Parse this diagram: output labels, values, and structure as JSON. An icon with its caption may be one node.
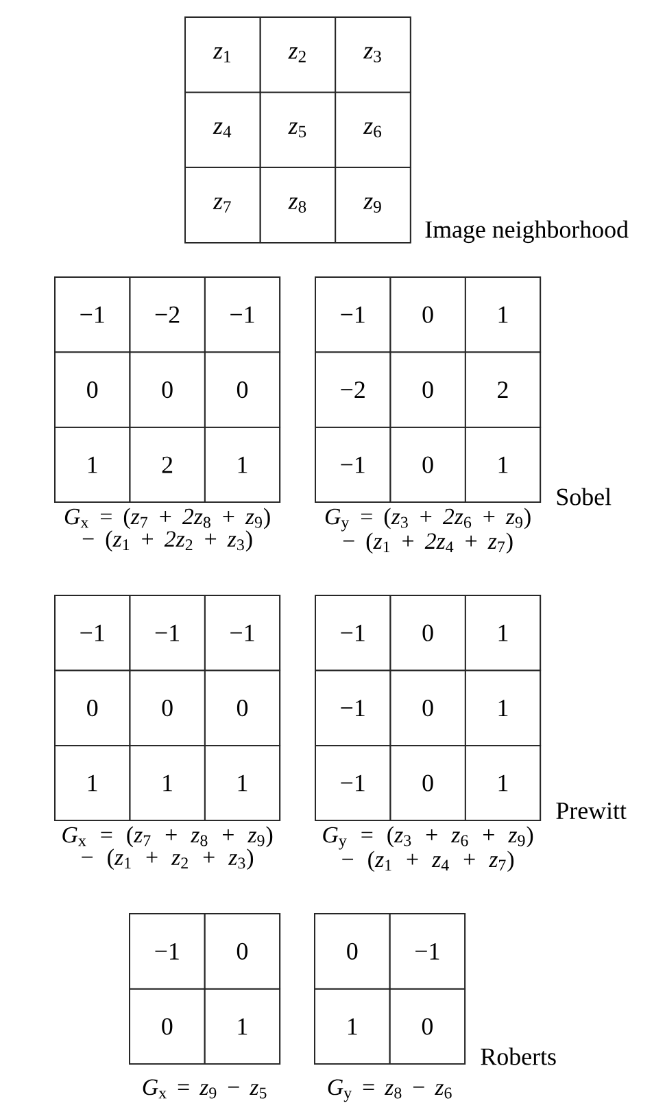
{
  "diagram": {
    "nodes": [
      {
        "text": [],
        "shape": "box",
        "beside": [
          "Image neighborhood"
        ]
      },
      {
        "text": [
          "*z*$_{1}$"
        ],
        "in": 0
      },
      {
        "text": [
          "*z*$_{2}$"
        ],
        "in": 0
      },
      {
        "text": [
          "*z*$_{3}$"
        ],
        "in": 0
      },
      {
        "text": [
          "*z*$_{4}$"
        ],
        "in": 0
      },
      {
        "text": [
          "*z*$_{5}$"
        ],
        "in": 0
      },
      {
        "text": [
          "*z*$_{6}$"
        ],
        "in": 0
      },
      {
        "text": [
          "*z*$_{7}$"
        ],
        "in": 0
      },
      {
        "text": [
          "*z*$_{8}$"
        ],
        "in": 0
      },
      {
        "text": [
          "*z*$_{9}$"
        ],
        "in": 0
      },
      {
        "text": [],
        "shape": "box",
        "beside": [
          "*G*$_{x}$ = (*z*$_{7}$ + *2z*$_{8}$ + *z*$_{9}$) − (*z*$_{1}$ + *2z*$_{2}$ + *z*$_{3}$)"
        ]
      },
      {
        "text": [
          "−1"
        ],
        "in": 10
      },
      {
        "text": [
          "−2"
        ],
        "in": 10
      },
      {
        "text": [
          "−1"
        ],
        "in": 10
      },
      {
        "text": [
          "0"
        ],
        "in": 10
      },
      {
        "text": [
          "0"
        ],
        "in": 10
      },
      {
        "text": [
          "0"
        ],
        "in": 10
      },
      {
        "text": [
          "1"
        ],
        "in": 10
      },
      {
        "text": [
          "2"
        ],
        "in": 10
      },
      {
        "text": [
          "1"
        ],
        "in": 10
      },
      {
        "text": [],
        "shape": "box",
        "beside": [
          "*G*$_{y}$ = (*z*$_{3}$ + *2z*$_{6}$ + *z*$_{9}$) − (*z*$_{1}$ + *2z*$_{4}$ + *z*$_{7}$)"
        ]
      },
      {
        "text": [
          "−1"
        ],
        "in": 20
      },
      {
        "text": [
          "0"
        ],
        "in": 20
      },
      {
        "text": [
          "1"
        ],
        "in": 20
      },
      {
        "text": [
          "−2"
        ],
        "in": 20
      },
      {
        "text": [
          "0"
        ],
        "in": 20
      },
      {
        "text": [
          "2"
        ],
        "in": 20
      },
      {
        "text": [
          "−1"
        ],
        "in": 20
      },
      {
        "text": [
          "0"
        ],
        "in": 20
      },
      {
        "text": [
          "1"
        ],
        "in": 20
      },
      {
        "text": [],
        "shape": "box",
        "beside": [
          "*G*$_{x}$ = (*z*$_{7}$ + *z*$_{8}$ + *z*$_{9}$) − (*z*$_{1}$ + *z*$_{2}$ + *z*$_{3}$)"
        ]
      },
      {
        "text": [
          "−1"
        ],
        "in": 30
      },
      {
        "text": [
          "−1"
        ],
        "in": 30
      },
      {
        "text": [
          "−1"
        ],
        "in": 30
      },
      {
        "text": [
          "0"
        ],
        "in": 30
      },
      {
        "text": [
          "0"
        ],
        "in": 30
      },
      {
        "text": [
          "0"
        ],
        "in": 30
      },
      {
        "text": [
          "1"
        ],
        "in": 30
      },
      {
        "text": [
          "1"
        ],
        "in": 30
      },
      {
        "text": [
          "1"
        ],
        "in": 30
      },
      {
        "text": [],
        "shape": "box",
        "beside": [
          "*G*$_{y}$ = (*z*$_{3}$ + *z*$_{6}$ + *z*$_{9}$) − (*z*$_{1}$ + *z*$_{4}$ + *z*$_{7}$)"
        ]
      },
      {
        "text": [
          "−1"
        ],
        "in": 40
      },
      {
        "text": [
          "0"
        ],
        "in": 40
      },
      {
        "text": [
          "1"
        ],
        "in": 40
      },
      {
        "text": [
          "−1"
        ],
        "in": 40
      },
      {
        "text": [
          "0"
        ],
        "in": 40
      },
      {
        "text": [
          "1"
        ],
        "in": 40
      },
      {
        "text": [
          "−1"
        ],
        "in": 40
      },
      {
        "text": [
          "0"
        ],
        "in": 40
      },
      {
        "text": [
          "1"
        ],
        "in": 40
      },
      {
        "text": [],
        "shape": "box",
        "beside": [
          "*G*$_{x}$ = *z*$_{9}$ − *z*$_{5}$"
        ]
      },
      {
        "text": [
          "−1"
        ],
        "in": 50
      },
      {
        "text": [
          "0"
        ],
        "in": 50
      },
      {
        "text": [
          "0"
        ],
        "in": 50
      },
      {
        "text": [
          "1"
        ],
        "in": 50
      },
      {
        "text": [],
        "shape": "box",
        "beside": [
          "*G*$_{y}$ = *z*$_{8}$ − *z*$_{6}$"
        ]
      },
      {
        "text": [
          "0"
        ],
        "in": 55
      },
      {
        "text": [
          "−1"
        ],
        "in": 55
      },
      {
        "text": [
          "1"
        ],
        "in": 55
      },
      {
        "text": [
          "0"
        ],
        "in": 55
      }
    ],
    "labels": [
      "Sobel",
      "Prewitt",
      "Roberts"
    ]
  }
}
